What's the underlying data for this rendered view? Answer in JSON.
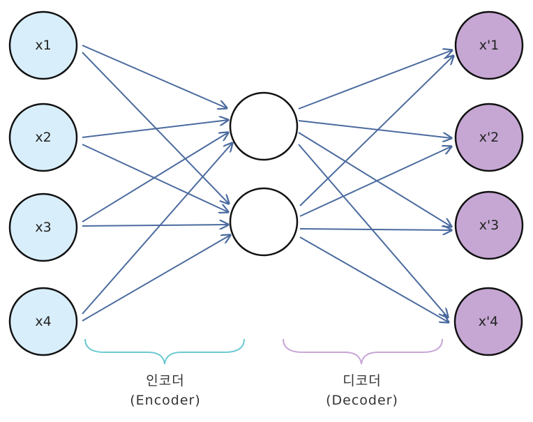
{
  "diagram": {
    "input_nodes": [
      "x1",
      "x2",
      "x3",
      "x4"
    ],
    "hidden_nodes": [
      "",
      ""
    ],
    "output_nodes": [
      "x'1",
      "x'2",
      "x'3",
      "x'4"
    ],
    "encoder": {
      "label_ko": "인코더",
      "label_en": "(Encoder)",
      "bracket_color": "#6cc9d2"
    },
    "decoder": {
      "label_ko": "디코더",
      "label_en": "(Decoder)",
      "bracket_color": "#c8a6d6"
    },
    "colors": {
      "input_fill": "#d9eefb",
      "hidden_fill": "#ffffff",
      "output_fill": "#c6a7d4",
      "edge": "#4a6a9e",
      "node_stroke": "#111111"
    }
  }
}
